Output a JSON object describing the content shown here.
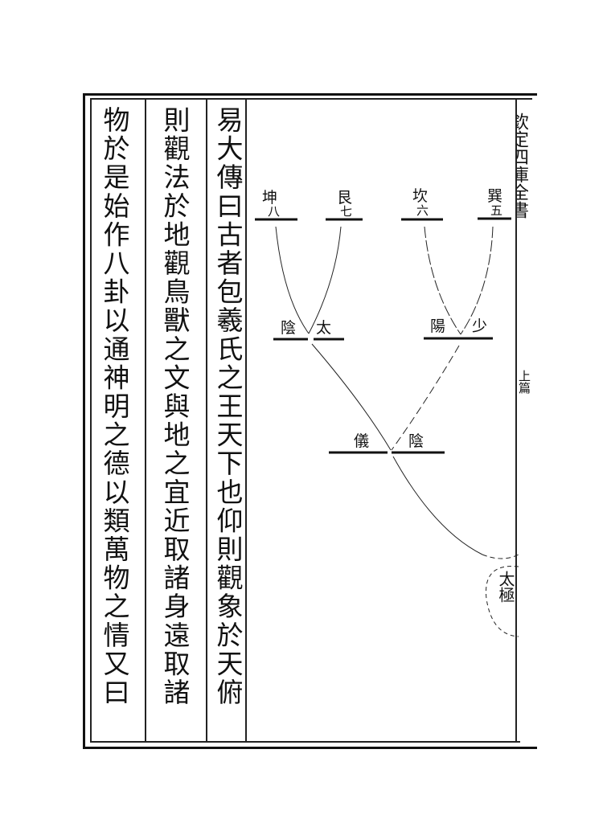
{
  "main_text": {
    "columns": [
      "易大傳曰古者包羲氏之王天下也仰則觀象於天俯",
      "則觀法於地觀鳥獸之文與地之宜近取諸身遠取諸",
      "物於是始作八卦以通神明之德以類萬物之情又曰"
    ]
  },
  "diagram": {
    "top_row": [
      {
        "name": "坤",
        "number": "八"
      },
      {
        "name": "艮",
        "number": "七"
      },
      {
        "name": "坎",
        "number": "六"
      },
      {
        "name": "巽",
        "number": "五"
      }
    ],
    "middle_row": [
      {
        "left": "陰",
        "right": "太"
      },
      {
        "left": "陽",
        "right": "少"
      }
    ],
    "bottom_row": {
      "left": "儀",
      "right": "陰"
    },
    "root_label": "太極"
  },
  "margin": {
    "book_title": "欽定四庫全書",
    "section": "上篇"
  }
}
